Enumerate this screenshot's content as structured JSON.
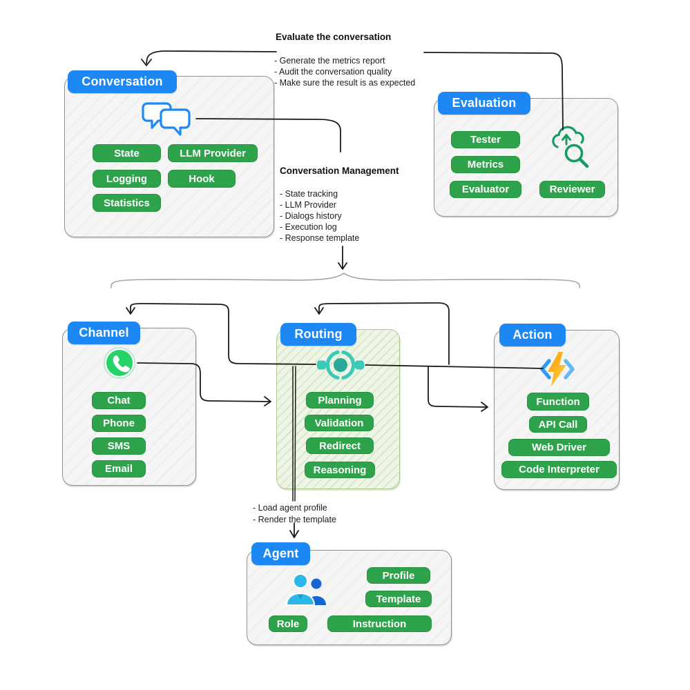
{
  "diagram": {
    "annotations": {
      "evaluate": {
        "title": "Evaluate the conversation",
        "items": [
          "- Generate the metrics report",
          "- Audit the conversation quality",
          "- Make sure the result is as expected"
        ]
      },
      "management": {
        "title": "Conversation Management",
        "items": [
          "- State tracking",
          "- LLM Provider",
          "- Dialogs history",
          "- Execution log",
          "- Response template"
        ]
      },
      "agent_note": {
        "items": [
          "- Load agent profile",
          "- Render the template"
        ]
      }
    },
    "boxes": {
      "conversation": {
        "title": "Conversation",
        "icon": "chat-bubbles-icon",
        "pills": [
          "State",
          "LLM Provider",
          "Logging",
          "Hook",
          "Statistics"
        ]
      },
      "evaluation": {
        "title": "Evaluation",
        "icon": "cloud-search-icon",
        "pills": [
          "Tester",
          "Metrics",
          "Evaluator",
          "Reviewer"
        ]
      },
      "channel": {
        "title": "Channel",
        "icon": "whatsapp-icon",
        "pills": [
          "Chat",
          "Phone",
          "SMS",
          "Email"
        ]
      },
      "routing": {
        "title": "Routing",
        "icon": "hub-icon",
        "pills": [
          "Planning",
          "Validation",
          "Redirect",
          "Reasoning"
        ]
      },
      "action": {
        "title": "Action",
        "icon": "function-bolt-icon",
        "pills": [
          "Function",
          "API Call",
          "Web Driver",
          "Code Interpreter"
        ]
      },
      "agent": {
        "title": "Agent",
        "icon": "users-icon",
        "pills": [
          "Profile",
          "Template",
          "Role",
          "Instruction"
        ]
      }
    },
    "colors": {
      "title_blue": "#1d87f4",
      "pill_green": "#2fa24c",
      "pill_border": "#259140",
      "routing_teal": "#3bc9b8",
      "whatsapp_green": "#25d366",
      "evaluation_green": "#169b62",
      "bolt_orange": "#ffb300",
      "chevron_blue": "#42a5f5"
    }
  }
}
